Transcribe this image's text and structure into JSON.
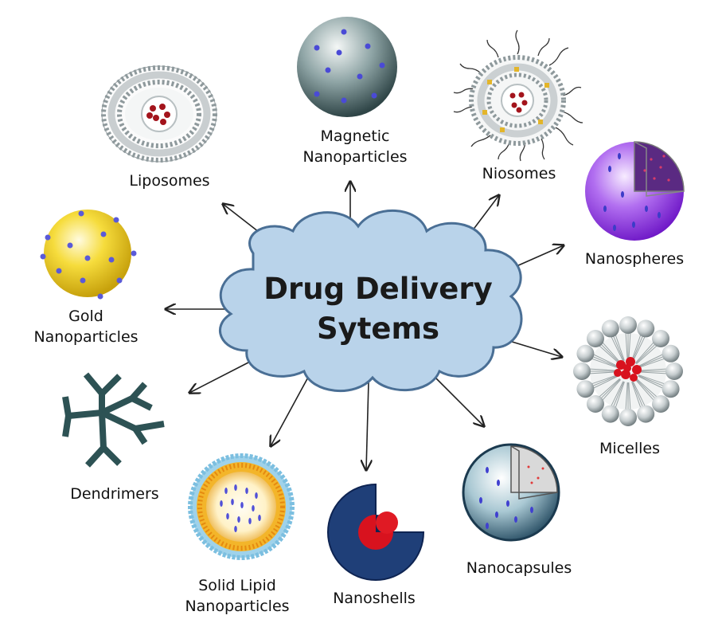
{
  "center": {
    "line1": "Drug Delivery",
    "line2": "Sytems"
  },
  "nodes": {
    "liposomes": {
      "label": "Liposomes"
    },
    "magnetic": {
      "line1": "Magnetic",
      "line2": "Nanoparticles"
    },
    "niosomes": {
      "label": "Niosomes"
    },
    "nanospheres": {
      "label": "Nanospheres"
    },
    "gold": {
      "line1": "Gold",
      "line2": "Nanoparticles"
    },
    "micelles": {
      "label": "Micelles"
    },
    "dendrimers": {
      "label": "Dendrimers"
    },
    "solid_lipid": {
      "line1": "Solid Lipid",
      "line2": "Nanoparticles"
    },
    "nanoshells": {
      "label": "Nanoshells"
    },
    "nanocapsules": {
      "label": "Nanocapsules"
    }
  },
  "colors": {
    "cloud_fill": "#b9d3ea",
    "cloud_stroke": "#4a6f95",
    "arrow": "#222222",
    "gold": "#f3d128",
    "magnetic": "#607c7e",
    "nanosphere": "#8a3ad6",
    "nanoshell": "#1f3f78",
    "drug_red": "#d8121e",
    "dot_blue": "#4b4bd8"
  }
}
